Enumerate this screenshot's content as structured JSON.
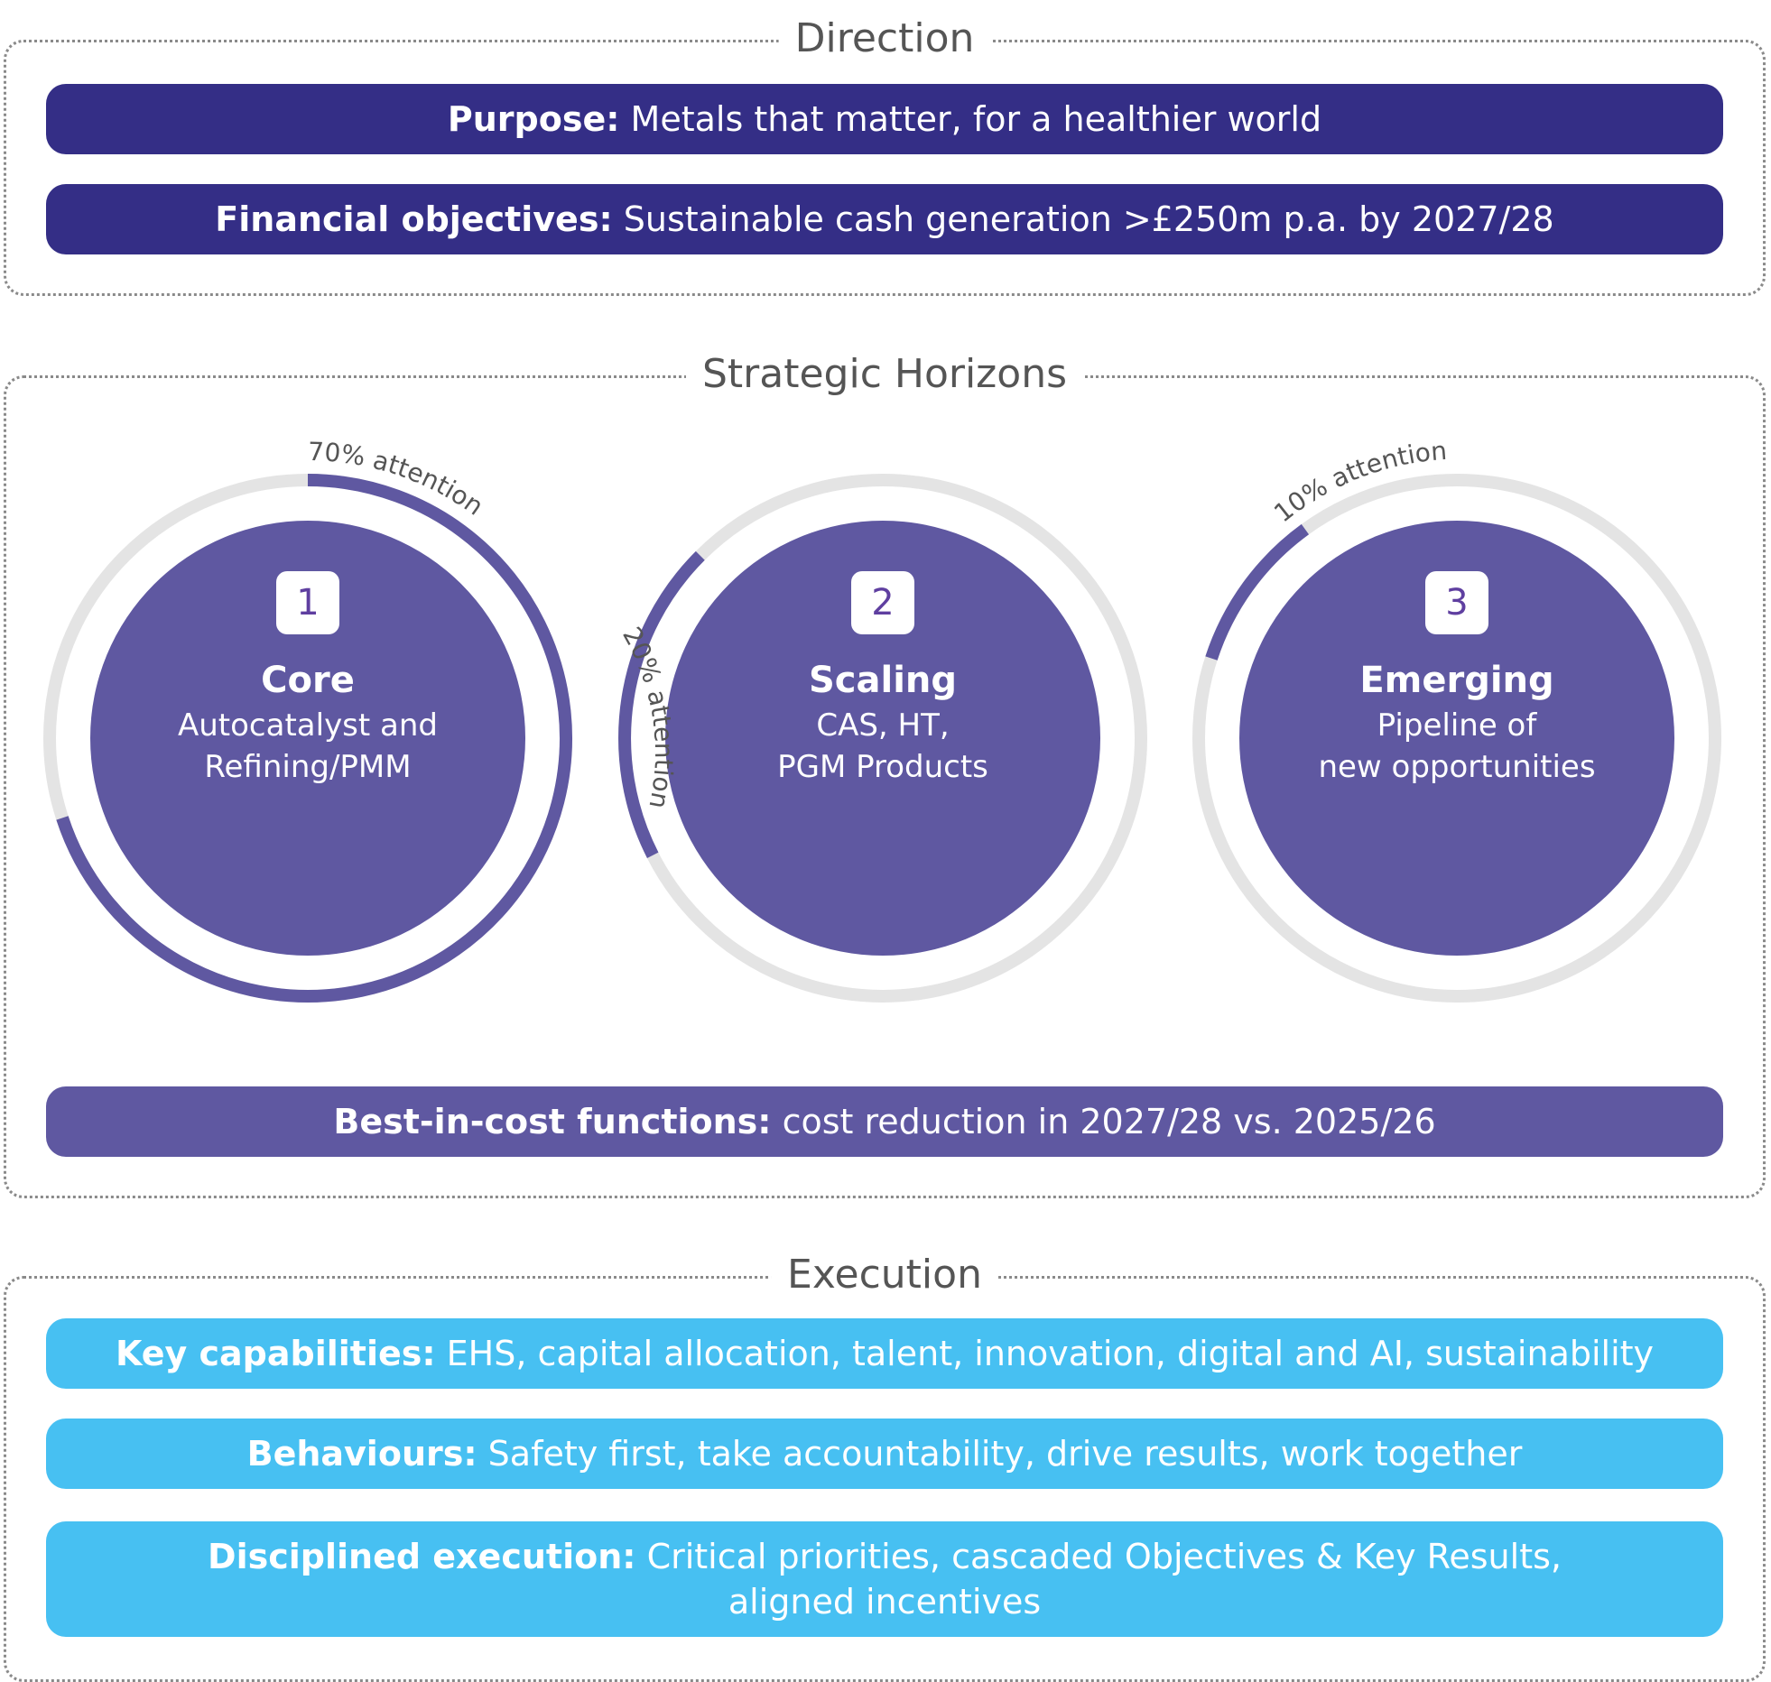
{
  "direction": {
    "title": "Direction",
    "purpose": {
      "label": "Purpose:",
      "text": "Metals that matter, for a healthier world"
    },
    "financial": {
      "label": "Financial objectives:",
      "text": "Sustainable cash generation >£250m p.a. by 2027/28"
    }
  },
  "horizons": {
    "title": "Strategic Horizons",
    "items": [
      {
        "number": "1",
        "title": "Core",
        "line1": "Autocatalyst and",
        "line2": "Refining/PMM",
        "attention": "70% attention",
        "attention_fraction": 0.7
      },
      {
        "number": "2",
        "title": "Scaling",
        "line1": "CAS, HT,",
        "line2": "PGM Products",
        "attention": "20% attention",
        "attention_fraction": 0.2
      },
      {
        "number": "3",
        "title": "Emerging",
        "line1": "Pipeline of",
        "line2": "new opportunities",
        "attention": "10% attention",
        "attention_fraction": 0.1
      }
    ],
    "best_in_cost": {
      "label": "Best-in-cost functions:",
      "text": "cost reduction in 2027/28 vs. 2025/26"
    }
  },
  "execution": {
    "title": "Execution",
    "capabilities": {
      "label": "Key capabilities:",
      "text": "EHS, capital allocation, talent, innovation, digital and AI, sustainability"
    },
    "behaviours": {
      "label": "Behaviours:",
      "text": "Safety first, take accountability, drive results, work together"
    },
    "disciplined": {
      "label": "Disciplined execution:",
      "text": "Critical priorities, cascaded Objectives & Key Results,",
      "text2": "aligned incentives"
    }
  },
  "colors": {
    "navy": "#342e86",
    "violet": "#5f58a1",
    "sky": "#47c0f2",
    "ring_track": "#e4e4e4",
    "ring_fill": "#5f58a1"
  }
}
